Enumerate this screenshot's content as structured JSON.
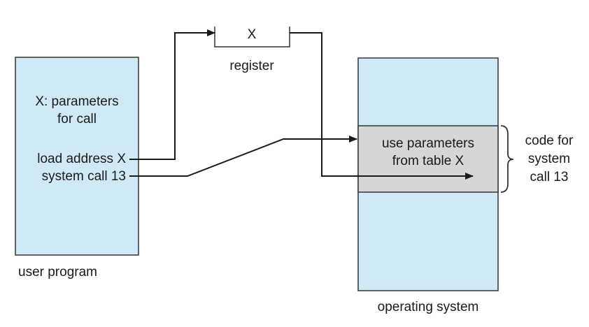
{
  "diagram": {
    "register": {
      "value": "X",
      "label": "register"
    },
    "user_program": {
      "caption": "user program",
      "param_line1": "X: parameters",
      "param_line2": "for call",
      "instr_load": "load address X",
      "instr_syscall": "system call 13"
    },
    "operating_system": {
      "caption": "operating system",
      "code_line1": "use parameters",
      "code_line2": "from table X"
    },
    "brace_note": {
      "line1": "code for",
      "line2": "system",
      "line3": "call 13"
    },
    "colors": {
      "panel_fill": "#cfe9f7",
      "code_fill": "#d6d6d6",
      "stroke": "#333333"
    }
  }
}
